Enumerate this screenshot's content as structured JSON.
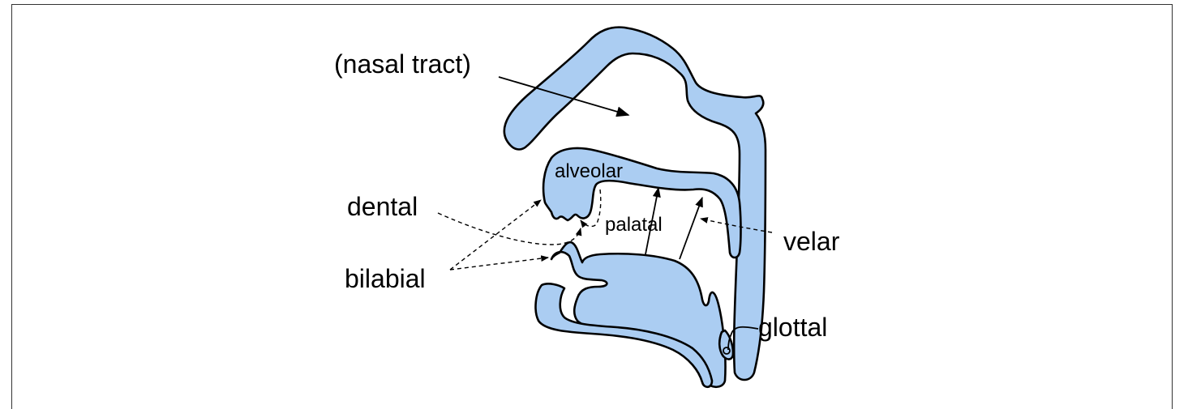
{
  "colors": {
    "tissue": "#abcdf2",
    "outline": "#000000",
    "frame": "#333333"
  },
  "labels": {
    "nasal_tract": "(nasal tract)",
    "alveolar": "alveolar",
    "dental": "dental",
    "palatal": "palatal",
    "velar": "velar",
    "bilabial": "bilabial",
    "glottal": "glottal"
  }
}
